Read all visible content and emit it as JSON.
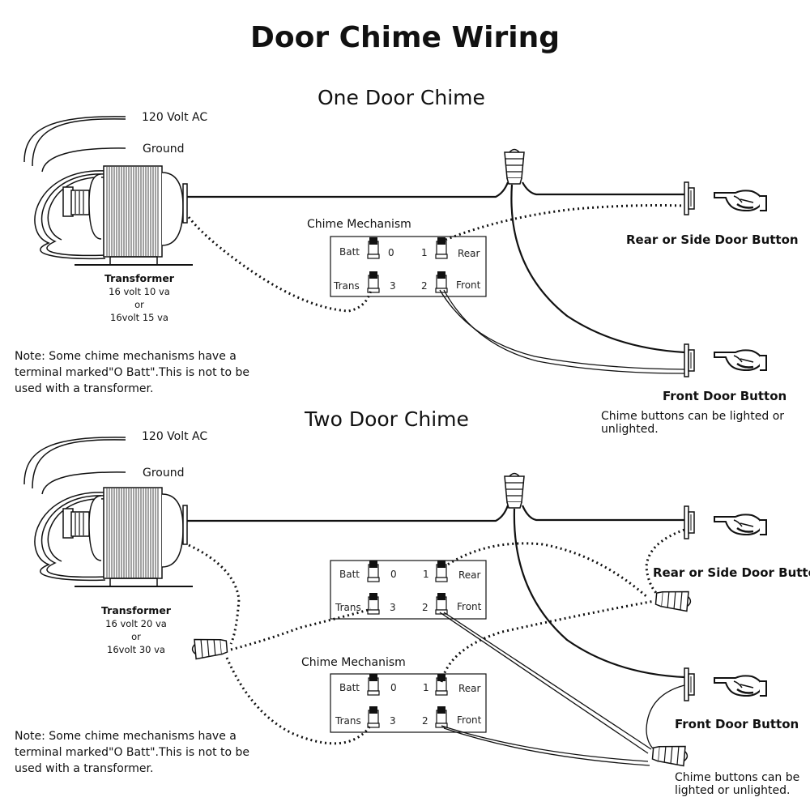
{
  "title": "Door Chime Wiring",
  "one_door": {
    "heading": "One Door Chime",
    "ac_label": "120 Volt AC",
    "ground_label": "Ground",
    "mechanism_label": "Chime Mechanism",
    "transformer": {
      "name": "Transformer",
      "line1": "16 volt 10 va",
      "line2": "or",
      "line3": "16volt 15 va"
    },
    "terminals": {
      "batt": "Batt",
      "t0": "0",
      "t1": "1",
      "rear": "Rear",
      "trans": "Trans",
      "t3": "3",
      "t2": "2",
      "front": "Front"
    },
    "rear_button_label": "Rear or Side Door Button",
    "front_button_label": "Front Door Button",
    "note": "Note: Some chime mechanisms have a terminal marked\"O Batt\".This is not to be used with a transformer.",
    "buttons_note": "Chime buttons can be lighted or unlighted."
  },
  "two_door": {
    "heading": "Two Door Chime",
    "ac_label": "120 Volt AC",
    "ground_label": "Ground",
    "mechanism_label": "Chime Mechanism",
    "transformer": {
      "name": "Transformer",
      "line1": "16 volt 20 va",
      "line2": "or",
      "line3": "16volt 30 va"
    },
    "terminals": {
      "batt": "Batt",
      "t0": "0",
      "t1": "1",
      "rear": "Rear",
      "trans": "Trans",
      "t3": "3",
      "t2": "2",
      "front": "Front"
    },
    "rear_button_label": "Rear or Side Door Button",
    "front_button_label": "Front Door Button",
    "note": "Note: Some chime mechanisms have a terminal marked\"O Batt\".This is not to be used with a transformer.",
    "buttons_note": "Chime buttons can be lighted or unlighted."
  }
}
